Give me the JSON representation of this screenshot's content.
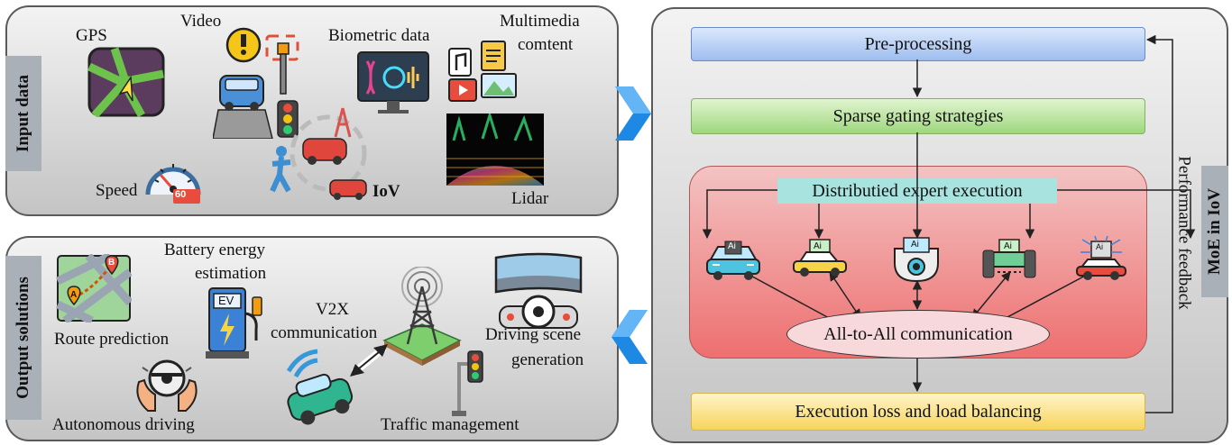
{
  "input_panel": {
    "side_label": "Input data",
    "items": {
      "gps": "GPS",
      "video": "Video",
      "biometric": "Biometric data",
      "multimedia_line1": "Multimedia",
      "multimedia_line2": "comtent",
      "speed": "Speed",
      "speed_value": "60",
      "iov": "IoV",
      "lidar": "Lidar"
    }
  },
  "output_panel": {
    "side_label": "Output solutions",
    "items": {
      "route": "Route prediction",
      "battery_line1": "Battery energy",
      "battery_line2": "estimation",
      "ev_tag": "EV",
      "v2x_line1": "V2X",
      "v2x_line2": "communication",
      "driving_scene_line1": "Driving scene",
      "driving_scene_line2": "generation",
      "autonomous": "Autonomous driving",
      "traffic": "Traffic management",
      "pin_a": "A",
      "pin_b": "B"
    }
  },
  "moe_panel": {
    "side_label": "MoE in IoV",
    "feedback_label": "Performance feedback",
    "preprocessing": "Pre-processing",
    "gating": "Sparse gating strategies",
    "expert_title": "Distributied expert execution",
    "expert_tag": "Ai",
    "communication": "All-to-All communication",
    "loss": "Execution loss and load balancing"
  },
  "colors": {
    "panel_border": "#5a5a5a",
    "side_label_bg": "#a9b0b7",
    "pre_bar": "#9ebdf0",
    "gating_bar": "#9fd77d",
    "expert_area": "#f08a88",
    "expert_title_bg": "#a8e3e0",
    "loss_bar": "#f7d45c",
    "chevron": "#1e88e5"
  }
}
